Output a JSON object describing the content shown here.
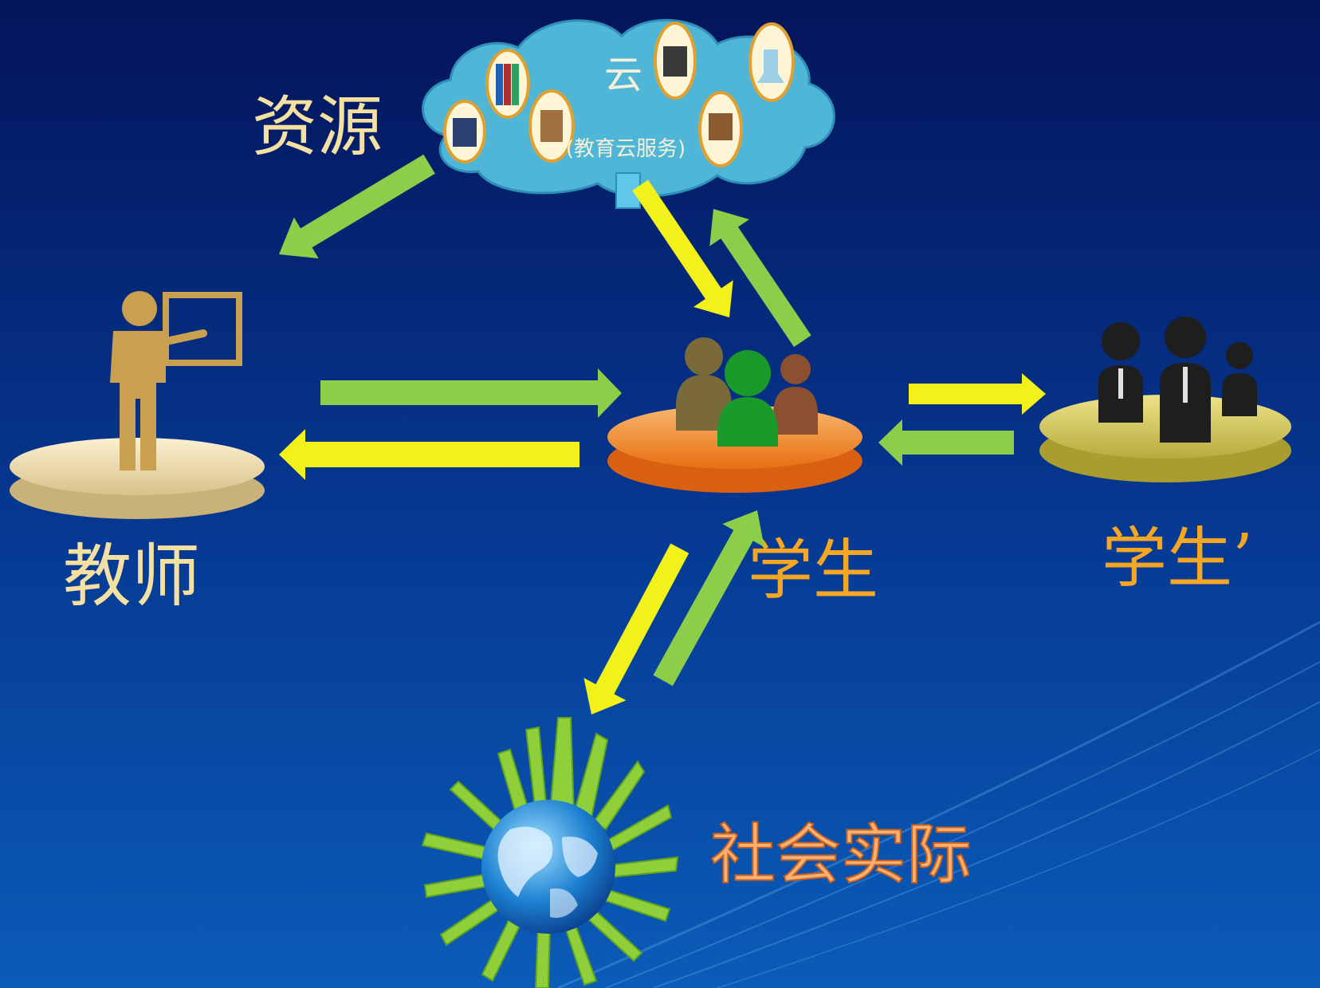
{
  "labels": {
    "resources": "资源",
    "teacher": "教师",
    "student": "学生",
    "student_prime": "学生’",
    "society": "社会实际",
    "cloud_title": "云",
    "cloud_subtitle": "(教育云服务)"
  },
  "colors": {
    "background_top": "#04145a",
    "background_bottom": "#0a5cb8",
    "arrow_green": "#8ccd4a",
    "arrow_yellow": "#f2f21a",
    "label_gold": "#f4e0a0",
    "label_orange": "#f5a623",
    "cloud": "#4fb6d8",
    "student_platform": "#f28c28",
    "teacher_platform": "#e9d9a8",
    "peer_platform": "#cfc65a",
    "teacher_figure": "#c8a050"
  },
  "icons": [
    "teacher-figure-icon",
    "student-group-icon",
    "peer-group-icon",
    "globe-city-icon",
    "cloud-icon"
  ]
}
